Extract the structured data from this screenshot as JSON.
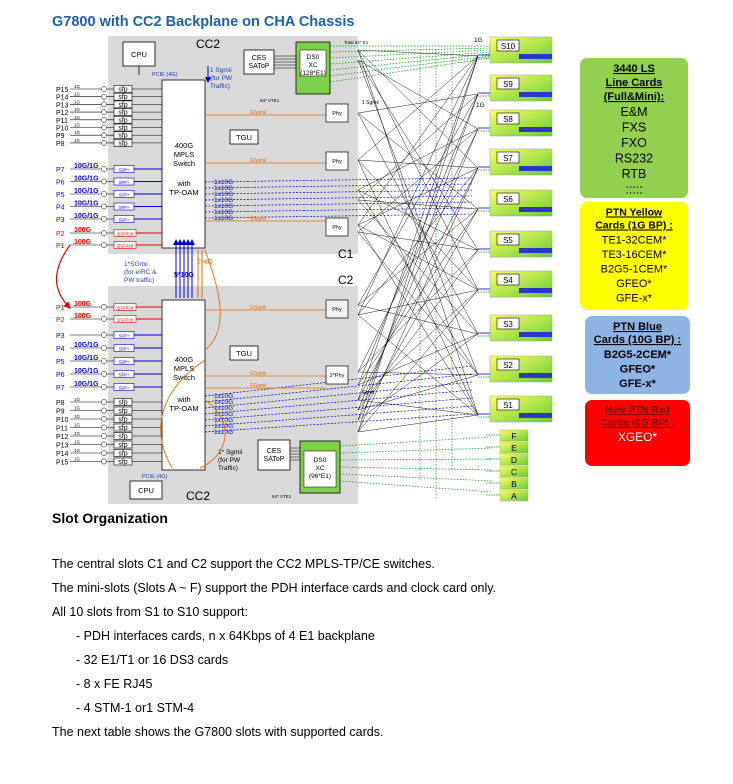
{
  "title": "G7800 with CC2 Backplane on CHA Chassis",
  "colors": {
    "title": "#1f5fa8",
    "panel": "#d9d9d9",
    "green_card": "#92d050",
    "yellow_card": "#ffff00",
    "blue_card": "#8db4e2",
    "red_card": "#ff0000",
    "slot_gradient_from": "#ffff66",
    "slot_gradient_to": "#66cc33",
    "sgmii": "#e46c0a",
    "tenG": "#0000cc",
    "oneG": "#000000",
    "hundredG": "#e00000",
    "pdh": "#009900"
  },
  "top": {
    "cc2": "CC2",
    "cpu": "CPU",
    "pcie": "PCIE (4G)",
    "sgmii_note": [
      "1 Sgmii",
      "(for PW",
      "Traffic)"
    ],
    "ces": [
      "CES",
      "SAToP"
    ],
    "ds0": [
      "DS0",
      "XC",
      "(128*E1)"
    ],
    "vte": "64* VTE1",
    "total_e1": "Total 64* E1",
    "switch": [
      "400G",
      "MPLS",
      "Switch"
    ],
    "with_oam": [
      "with",
      "TP-OAM"
    ],
    "tgu": "TGU",
    "c1": "C1",
    "phy": "Phy",
    "sgmii": "1 Sgmii",
    "gsgmii": "GSgmii",
    "tenG_links": [
      "1x10G",
      "1x10G",
      "1x10G",
      "1x10G",
      "1x10G",
      "1x10G",
      "1x10G"
    ],
    "ports_1g": [
      {
        "p": "P15",
        "s": "1G",
        "m": "sfp"
      },
      {
        "p": "P14",
        "s": "1G",
        "m": "sfp"
      },
      {
        "p": "P13",
        "s": "1G",
        "m": "sfp"
      },
      {
        "p": "P12",
        "s": "1G",
        "m": "sfp"
      },
      {
        "p": "P11",
        "s": "1G",
        "m": "sfp"
      },
      {
        "p": "P10",
        "s": "1G",
        "m": "sfp"
      },
      {
        "p": "P9",
        "s": "1G",
        "m": "sfp"
      },
      {
        "p": "P8",
        "s": "1G",
        "m": "sfp"
      }
    ],
    "ports_10g": [
      {
        "p": "P7",
        "s": "10G/1G",
        "m": "SFP+"
      },
      {
        "p": "P6",
        "s": "10G/1G",
        "m": "SFP+"
      },
      {
        "p": "P5",
        "s": "10G/1G",
        "m": "SFP+"
      },
      {
        "p": "P4",
        "s": "10G/1G",
        "m": "SFP+"
      },
      {
        "p": "P3",
        "s": "10G/1G",
        "m": "SFP+"
      }
    ],
    "ports_100g": [
      {
        "p": "P2",
        "s": "100G",
        "m": "QSFP28"
      },
      {
        "p": "P1",
        "s": "100G",
        "m": "QSFP28"
      }
    ]
  },
  "middle": {
    "sgmii_note": [
      "1*SGmii",
      "(for eIRC &",
      "PW traffic)"
    ],
    "interlink_10g": "5*10G",
    "interlink_4g": "2*4G"
  },
  "bottom": {
    "cc2": "CC2",
    "c2": "C2",
    "cpu": "CPU",
    "pcie": "PCIE (4G)",
    "switch": [
      "400G",
      "MPLS",
      "Switch"
    ],
    "with_oam": [
      "with",
      "TP-OAM"
    ],
    "tgu": "TGU",
    "phy": "Phy",
    "phy2": "2*Phy",
    "sgmii": "Sgmii",
    "gsgmii": "GSgmii",
    "sgmii_note": [
      "1* Sgmii",
      "(for PW",
      "Traffic)"
    ],
    "ces": [
      "CES",
      "SAToP"
    ],
    "ds0": [
      "DS0",
      "XC",
      "(96*E1)"
    ],
    "vte": "64* VTE1",
    "tenG_links": [
      "1x10G",
      "1x10G",
      "1x10G",
      "1x10G",
      "1x10G",
      "1x10G",
      "1x10G"
    ],
    "ports_100g": [
      {
        "p": "P1",
        "s": "100G",
        "m": "QSFP28"
      },
      {
        "p": "P2",
        "s": "100G",
        "m": "QSFP28"
      }
    ],
    "ports_10g": [
      {
        "p": "P3",
        "s": "",
        "m": "SFP+"
      },
      {
        "p": "P4",
        "s": "10G/1G",
        "m": "SFP+"
      },
      {
        "p": "P5",
        "s": "10G/1G",
        "m": "SFP+"
      },
      {
        "p": "P6",
        "s": "10G/1G",
        "m": "SFP+"
      },
      {
        "p": "P7",
        "s": "10G/1G",
        "m": "SFP+"
      }
    ],
    "ports_1g": [
      {
        "p": "P8",
        "s": "1G",
        "m": "sfp"
      },
      {
        "p": "P9",
        "s": "1G",
        "m": "sfp"
      },
      {
        "p": "P10",
        "s": "1G",
        "m": "sfp"
      },
      {
        "p": "P11",
        "s": "1G",
        "m": "sfp"
      },
      {
        "p": "P12",
        "s": "1G",
        "m": "sfp"
      },
      {
        "p": "P13",
        "s": "1G",
        "m": "sfp"
      },
      {
        "p": "P14",
        "s": "1G",
        "m": "sfp"
      },
      {
        "p": "P15",
        "s": "1G",
        "m": "sfp"
      }
    ]
  },
  "slots": [
    "S10",
    "S9",
    "S8",
    "S7",
    "S6",
    "S5",
    "S4",
    "S3",
    "S2",
    "S1"
  ],
  "slot_1g_labels": [
    "1G",
    "1G"
  ],
  "mini_slots": [
    "F",
    "E",
    "D",
    "C",
    "B",
    "A"
  ],
  "cards": {
    "green": {
      "title": [
        "3440 LS",
        "Line Cards",
        "(Full&Mini):"
      ],
      "items": [
        "E&M",
        "FXS",
        "FXO",
        "RS232",
        "RTB",
        ":::::"
      ]
    },
    "yellow": {
      "title": [
        "PTN Yellow",
        "Cards (1G BP) :"
      ],
      "items": [
        "TE1-32CEM*",
        "TE3-16CEM*",
        "B2G5-1CEM*",
        "GFEO*",
        "GFE-x*"
      ]
    },
    "blue": {
      "title": [
        "PTN Blue",
        "Cards (10G BP) :"
      ],
      "items": [
        "B2G5-2CEM*",
        "GFEO*",
        "GFE-x*"
      ]
    },
    "red": {
      "title": [
        "New PTN Red",
        "Cards (0G BP) :"
      ],
      "items": [
        "XGEO*"
      ]
    }
  },
  "notes": {
    "heading": "Slot Organization",
    "p1": "The central slots C1 and C2 support the CC2 MPLS-TP/CE switches.",
    "p2": "The mini-slots (Slots A ~ F) support the PDH interface cards and clock card only.",
    "p3": "All 10 slots from S1 to S10 support:",
    "bullets": [
      "- PDH interfaces cards, n x 64Kbps of 4 E1 backplane",
      "- 32 E1/T1 or 16 DS3 cards",
      "- 8 x FE RJ45",
      "- 4 STM-1 or1 STM-4"
    ],
    "p4": "The next table shows the G7800 slots with supported cards."
  }
}
